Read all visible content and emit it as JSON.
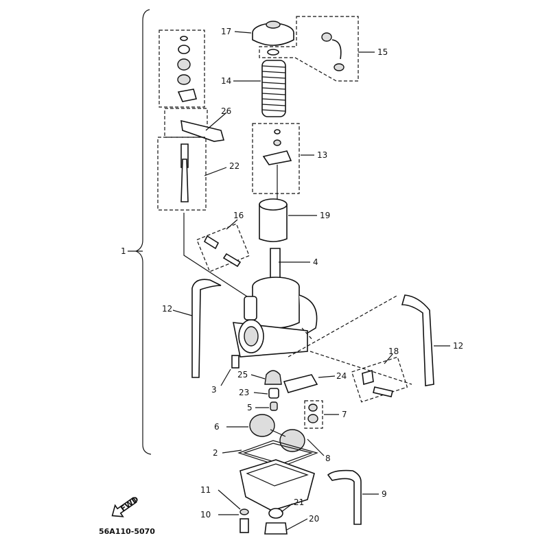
{
  "diagram": {
    "part_code": "56A110-5070",
    "fwd_label": "FWD",
    "callouts": [
      "1",
      "2",
      "3",
      "4",
      "5",
      "6",
      "7",
      "8",
      "9",
      "10",
      "11",
      "12",
      "12",
      "13",
      "14",
      "15",
      "16",
      "17",
      "18",
      "19",
      "20",
      "21",
      "22",
      "23",
      "24",
      "25",
      "26"
    ]
  },
  "colors": {
    "ink": "#111111",
    "paper": "#ffffff"
  }
}
